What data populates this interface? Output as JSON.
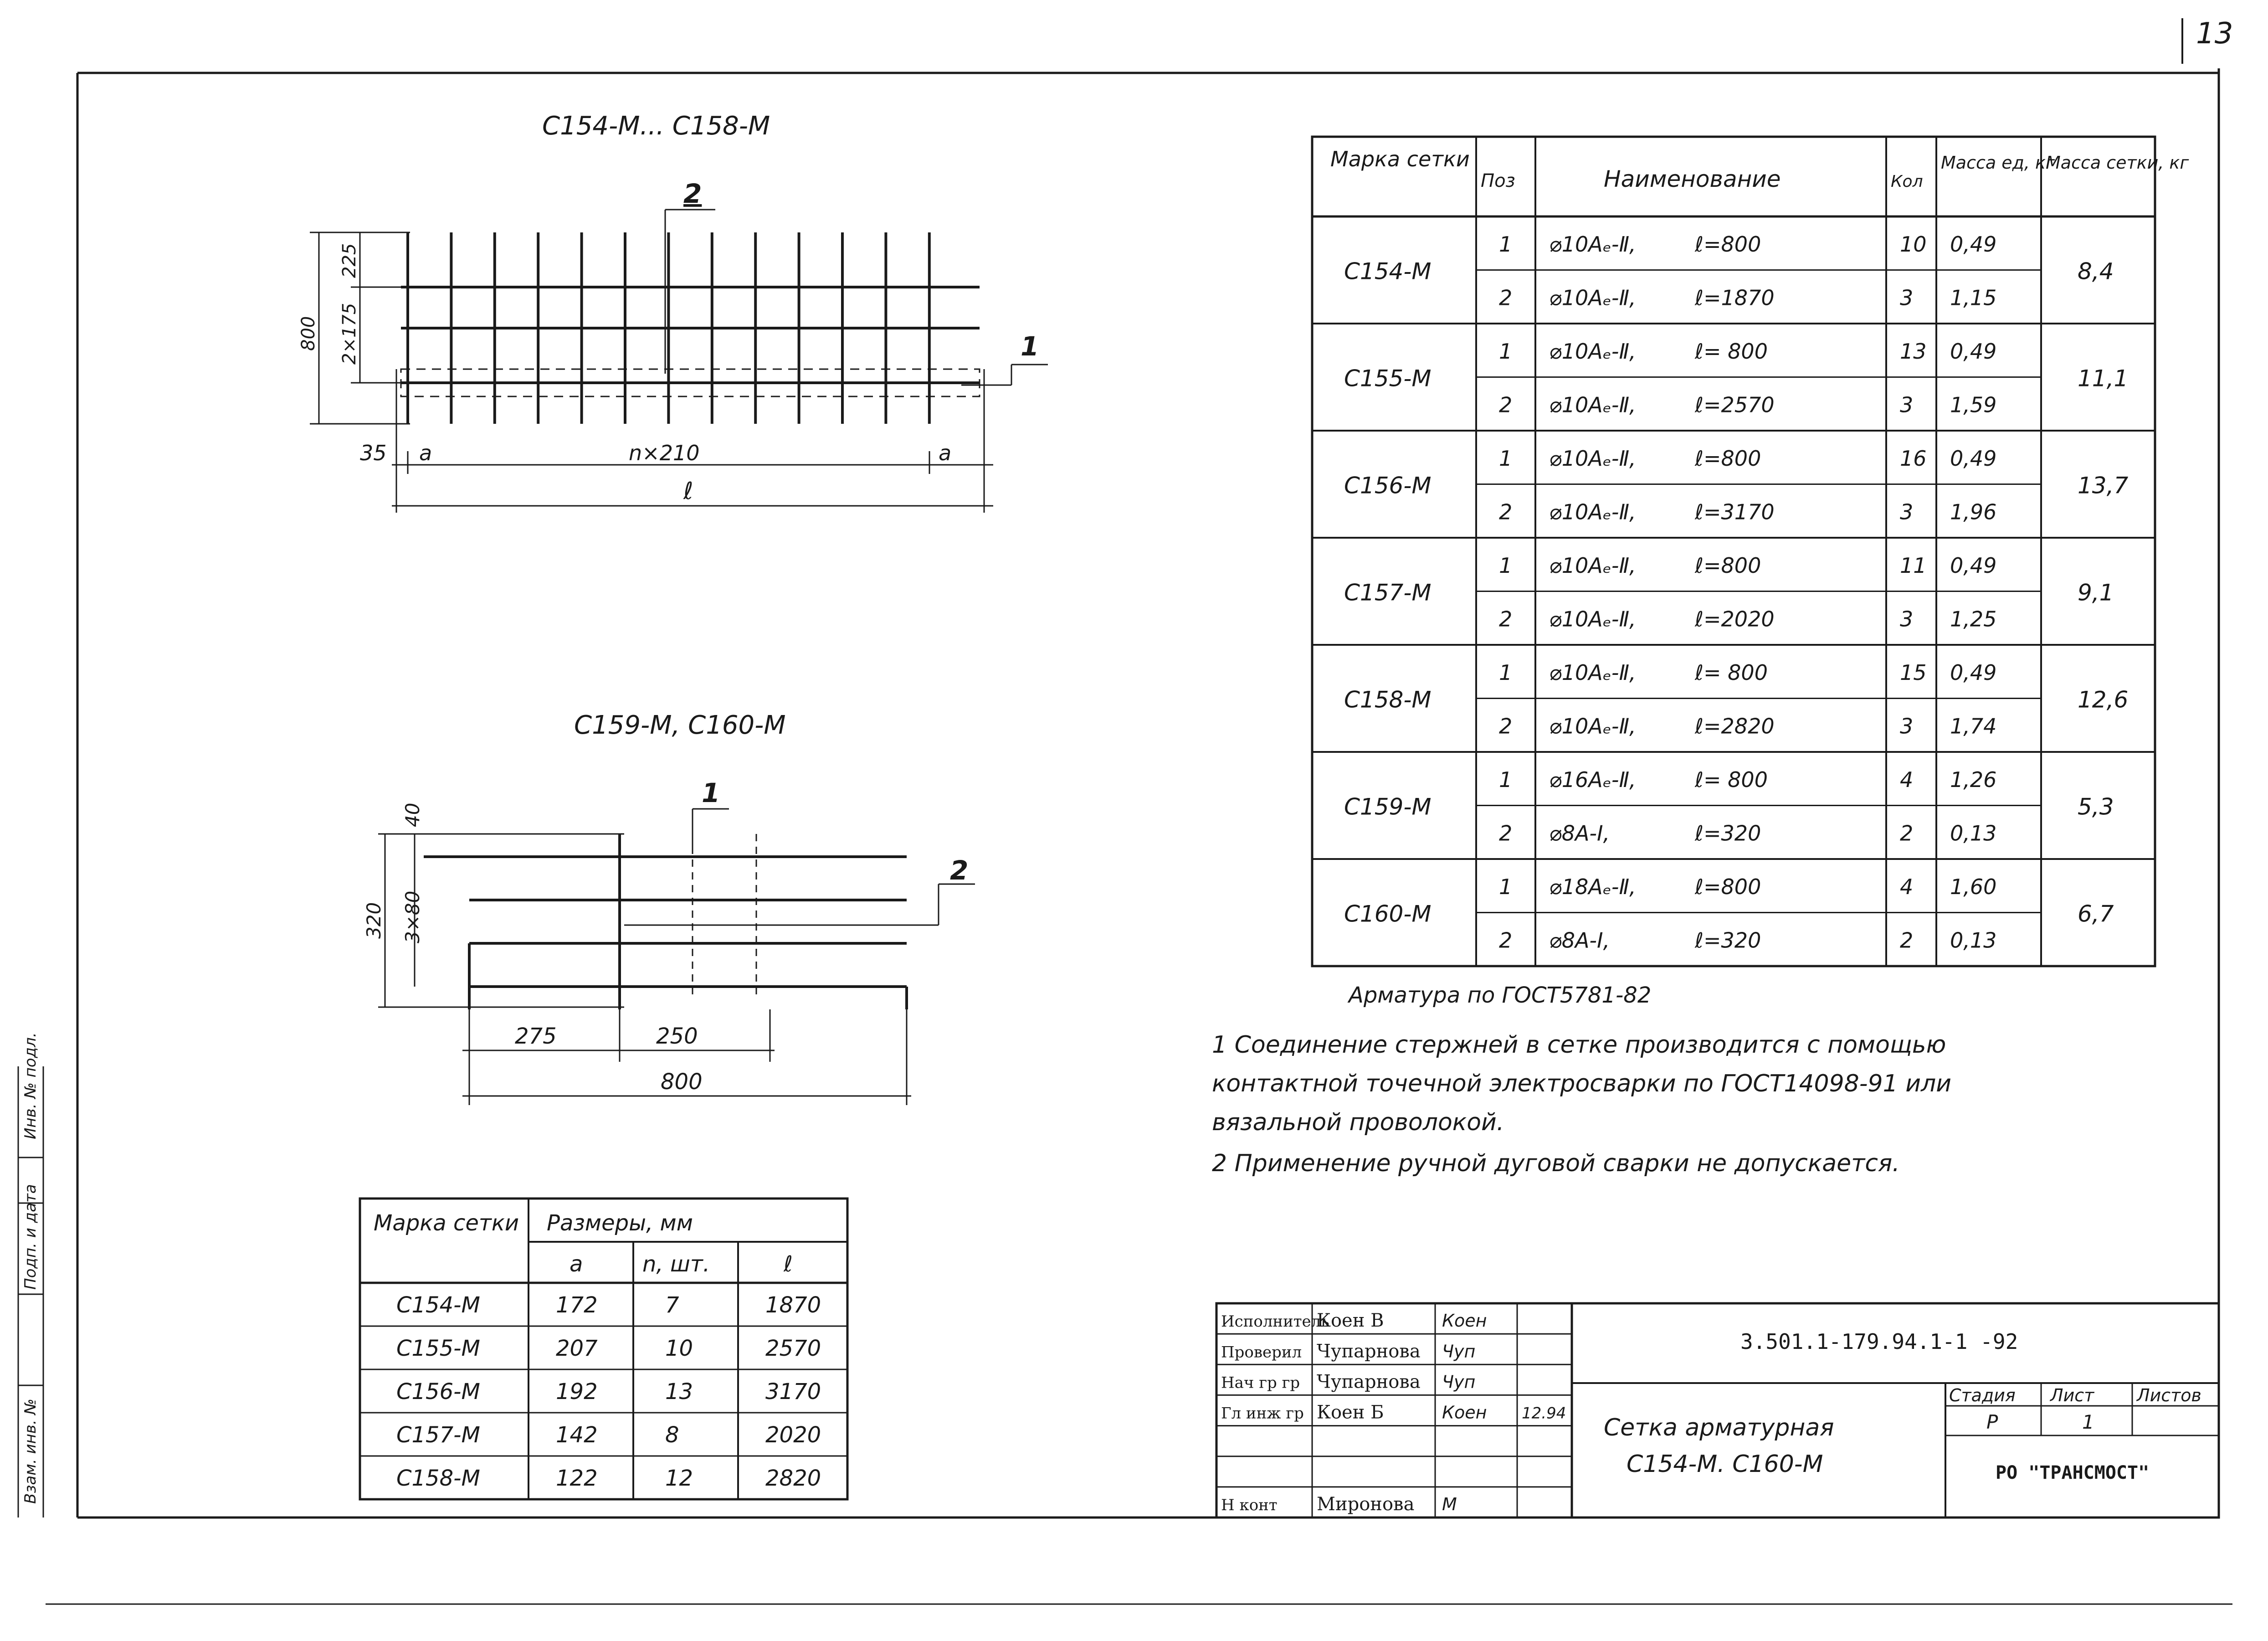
{
  "sheet": {
    "page_number": "13",
    "border_color": "#1a1a1a"
  },
  "fig1": {
    "title": "С154-М... С158-М",
    "dims": {
      "total_h": "800",
      "top": "225",
      "mid": "2×175",
      "left": "35",
      "a_left": "а",
      "span": "n×210",
      "a_right": "а",
      "length": "ℓ"
    },
    "pos1": "1",
    "pos2": "2"
  },
  "fig2": {
    "title": "С159-М, С160-М",
    "dims": {
      "total": "320",
      "top": "40",
      "mid": "3×80",
      "d1": "275",
      "d2": "250",
      "length": "800"
    },
    "pos1": "1",
    "pos2": "2"
  },
  "spec_table": {
    "headers": [
      "Марка сетки",
      "Поз",
      "Наименование",
      "Кол",
      "Масса ед, кг",
      "Масса сетки, кг"
    ],
    "rows": [
      {
        "mark": "С154-М",
        "mass_total": "8,4",
        "items": [
          {
            "pos": "1",
            "name": "⌀10Аₑ-Ⅱ,",
            "len": "ℓ=800",
            "qty": "10",
            "mass": "0,49"
          },
          {
            "pos": "2",
            "name": "⌀10Аₑ-Ⅱ,",
            "len": "ℓ=1870",
            "qty": "3",
            "mass": "1,15"
          }
        ]
      },
      {
        "mark": "С155-М",
        "mass_total": "11,1",
        "items": [
          {
            "pos": "1",
            "name": "⌀10Аₑ-Ⅱ,",
            "len": "ℓ= 800",
            "qty": "13",
            "mass": "0,49"
          },
          {
            "pos": "2",
            "name": "⌀10Аₑ-Ⅱ,",
            "len": "ℓ=2570",
            "qty": "3",
            "mass": "1,59"
          }
        ]
      },
      {
        "mark": "С156-М",
        "mass_total": "13,7",
        "items": [
          {
            "pos": "1",
            "name": "⌀10Аₑ-Ⅱ,",
            "len": "ℓ=800",
            "qty": "16",
            "mass": "0,49"
          },
          {
            "pos": "2",
            "name": "⌀10Аₑ-Ⅱ,",
            "len": "ℓ=3170",
            "qty": "3",
            "mass": "1,96"
          }
        ]
      },
      {
        "mark": "С157-М",
        "mass_total": "9,1",
        "items": [
          {
            "pos": "1",
            "name": "⌀10Аₑ-Ⅱ,",
            "len": "ℓ=800",
            "qty": "11",
            "mass": "0,49"
          },
          {
            "pos": "2",
            "name": "⌀10Аₑ-Ⅱ,",
            "len": "ℓ=2020",
            "qty": "3",
            "mass": "1,25"
          }
        ]
      },
      {
        "mark": "С158-М",
        "mass_total": "12,6",
        "items": [
          {
            "pos": "1",
            "name": "⌀10Аₑ-Ⅱ,",
            "len": "ℓ= 800",
            "qty": "15",
            "mass": "0,49"
          },
          {
            "pos": "2",
            "name": "⌀10Аₑ-Ⅱ,",
            "len": "ℓ=2820",
            "qty": "3",
            "mass": "1,74"
          }
        ]
      },
      {
        "mark": "С159-М",
        "mass_total": "5,3",
        "items": [
          {
            "pos": "1",
            "name": "⌀16Аₑ-Ⅱ,",
            "len": "ℓ= 800",
            "qty": "4",
            "mass": "1,26"
          },
          {
            "pos": "2",
            "name": "⌀8А-Ⅰ,",
            "len": "ℓ=320",
            "qty": "2",
            "mass": "0,13"
          }
        ]
      },
      {
        "mark": "С160-М",
        "mass_total": "6,7",
        "items": [
          {
            "pos": "1",
            "name": "⌀18Аₑ-Ⅱ,",
            "len": "ℓ=800",
            "qty": "4",
            "mass": "1,60"
          },
          {
            "pos": "2",
            "name": "⌀8А-Ⅰ,",
            "len": "ℓ=320",
            "qty": "2",
            "mass": "0,13"
          }
        ]
      }
    ]
  },
  "notes": {
    "rebar_standard": "Арматура по ГОСТ5781-82",
    "lines": [
      "1  Соединение  стержней  в сетке  производится  с помощью",
      "контактной  точечной  электросварки  по ГОСТ14098-91 или",
      "вязальной  проволокой.",
      "2  Применение  ручной  дуговой  сварки   не допускается."
    ]
  },
  "dim_table": {
    "header_mark": "Марка сетки",
    "header_group": "Размеры, мм",
    "subheaders": [
      "а",
      "n, шт.",
      "ℓ"
    ],
    "rows": [
      [
        "С154-М",
        "172",
        "7",
        "1870"
      ],
      [
        "С155-М",
        "207",
        "10",
        "2570"
      ],
      [
        "С156-М",
        "192",
        "13",
        "3170"
      ],
      [
        "С157-М",
        "142",
        "8",
        "2020"
      ],
      [
        "С158-М",
        "122",
        "12",
        "2820"
      ]
    ]
  },
  "title_block": {
    "people": [
      {
        "role": "Исполнитель",
        "name": "Коен В",
        "sign": "Коен"
      },
      {
        "role": "Проверил",
        "name": "Чупарнова",
        "sign": "Чуп"
      },
      {
        "role": "Нач гр гр",
        "name": "Чупарнова",
        "sign": "Чуп"
      },
      {
        "role": "Гл инж гр",
        "name": "Коен Б",
        "sign": "Коен",
        "date": "12.94"
      },
      {
        "role": "",
        "name": "",
        "sign": ""
      },
      {
        "role": "",
        "name": "",
        "sign": ""
      },
      {
        "role": "Н конт",
        "name": "Миронова",
        "sign": "М"
      }
    ],
    "doc_code": "3.501.1-179.94.1-1 -92",
    "title_line1": "Сетка  арматурная",
    "title_line2": "С154-М. С160-М",
    "stage_label": "Стадия",
    "sheet_label": "Лист",
    "sheets_label": "Листов",
    "stage": "Р",
    "sheet": "1",
    "org": "РО \"ТРАНСМОСТ\""
  },
  "side_stamps": [
    "Инв. № подл.",
    "Подп. и дата",
    "Взам. инв. №"
  ]
}
